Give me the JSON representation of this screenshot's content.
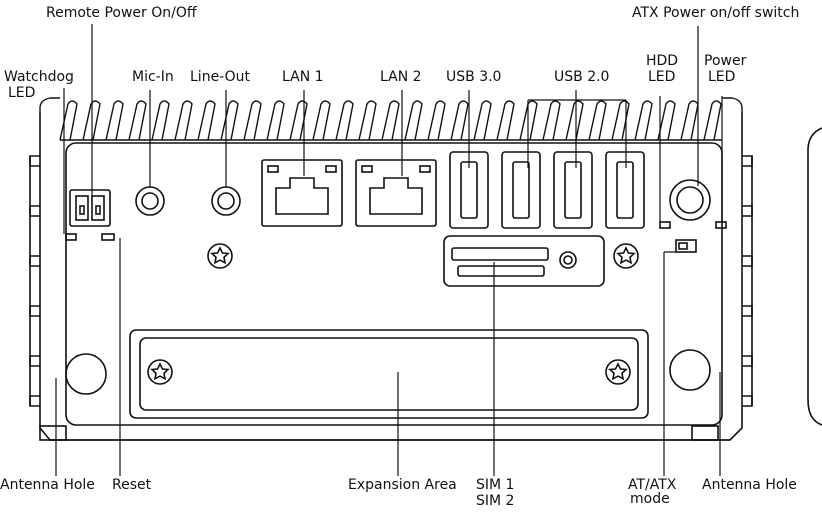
{
  "labels": {
    "remote_power": "Remote Power On/Off",
    "atx_switch": "ATX Power on/off switch",
    "watchdog_line1": "Watchdog",
    "watchdog_line2": "LED",
    "mic_in": "Mic-In",
    "line_out": "Line-Out",
    "lan1": "LAN 1",
    "lan2": "LAN 2",
    "usb3": "USB 3.0",
    "usb2": "USB 2.0",
    "hdd_line1": "HDD",
    "hdd_line2": "LED",
    "power_line1": "Power",
    "power_line2": "LED",
    "antenna_left": "Antenna Hole",
    "reset": "Reset",
    "expansion": "Expansion Area",
    "sim1": "SIM 1",
    "sim2": "SIM 2",
    "at_atx_line1": "AT/ATX",
    "at_atx_line2": "mode",
    "antenna_right": "Antenna Hole"
  }
}
